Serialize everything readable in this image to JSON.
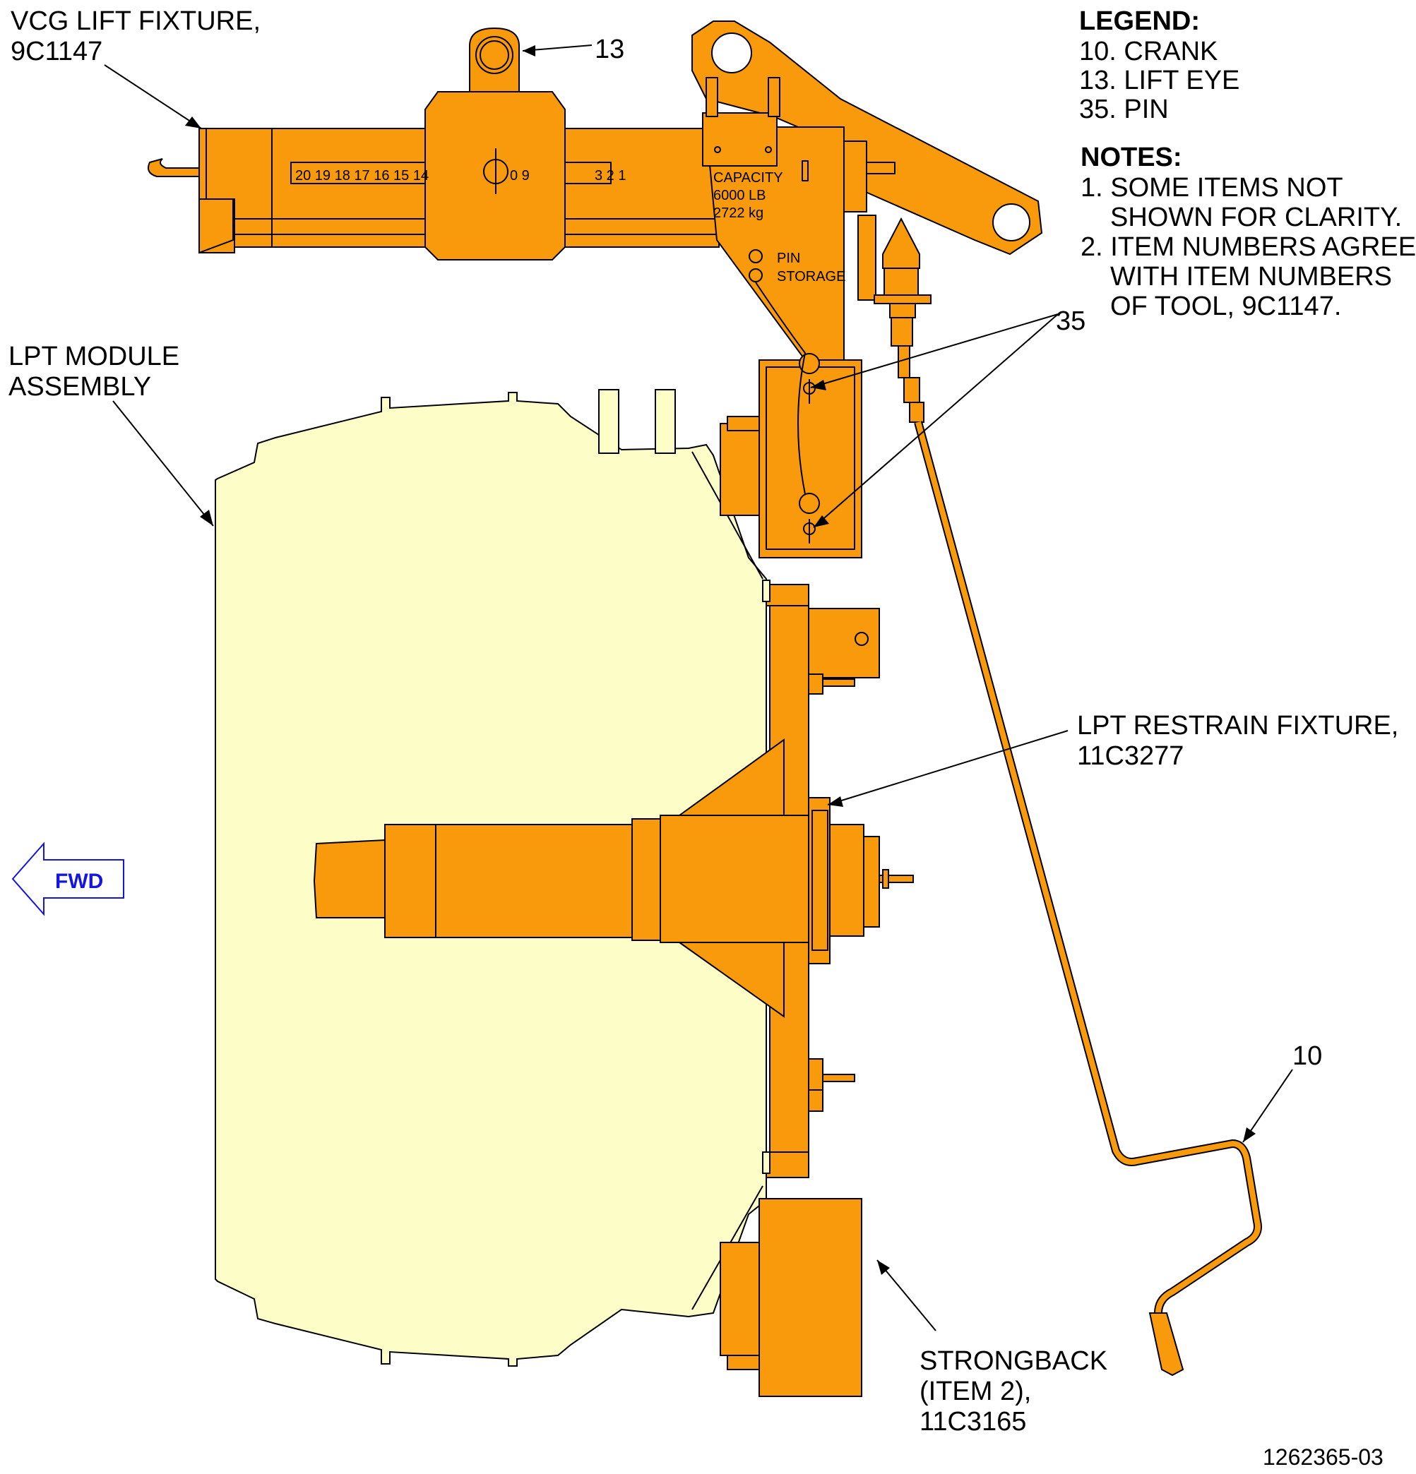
{
  "labels": {
    "vcg_line1": "VCG LIFT FIXTURE,",
    "vcg_line2": "9C1147",
    "lpt_module_line1": "LPT MODULE",
    "lpt_module_line2": "ASSEMBLY",
    "restrain_line1": "LPT RESTRAIN FIXTURE,",
    "restrain_line2": "11C3277",
    "strongback_line1": "STRONGBACK",
    "strongback_line2": "(ITEM 2),",
    "strongback_line3": "11C3165",
    "item_13": "13",
    "item_35": "35",
    "item_10": "10",
    "fwd": "FWD",
    "figure_id": "1262365-03"
  },
  "legend": {
    "title": "LEGEND:",
    "items": [
      "10. CRANK",
      "13. LIFT EYE",
      "35. PIN"
    ]
  },
  "notes": {
    "title": "NOTES:",
    "line1": "1. SOME ITEMS NOT",
    "line2": "SHOWN FOR CLARITY.",
    "line3": "2. ITEM NUMBERS AGREE",
    "line4": "WITH ITEM NUMBERS",
    "line5": "OF TOOL, 9C1147."
  },
  "fixture_markings": {
    "scale_left": "20 19 18 17 16 15 14",
    "scale_mid": "0 9",
    "scale_right": "3 2 1",
    "capacity": "CAPACITY",
    "capacity_lb": "6000 LB",
    "capacity_kg": "2722 kg",
    "pin": "PIN",
    "storage": "STORAGE"
  },
  "colors": {
    "fixture_orange": "#f99a0d",
    "module_yellow": "#fdfdc8",
    "fwd_blue": "#1414e6"
  }
}
